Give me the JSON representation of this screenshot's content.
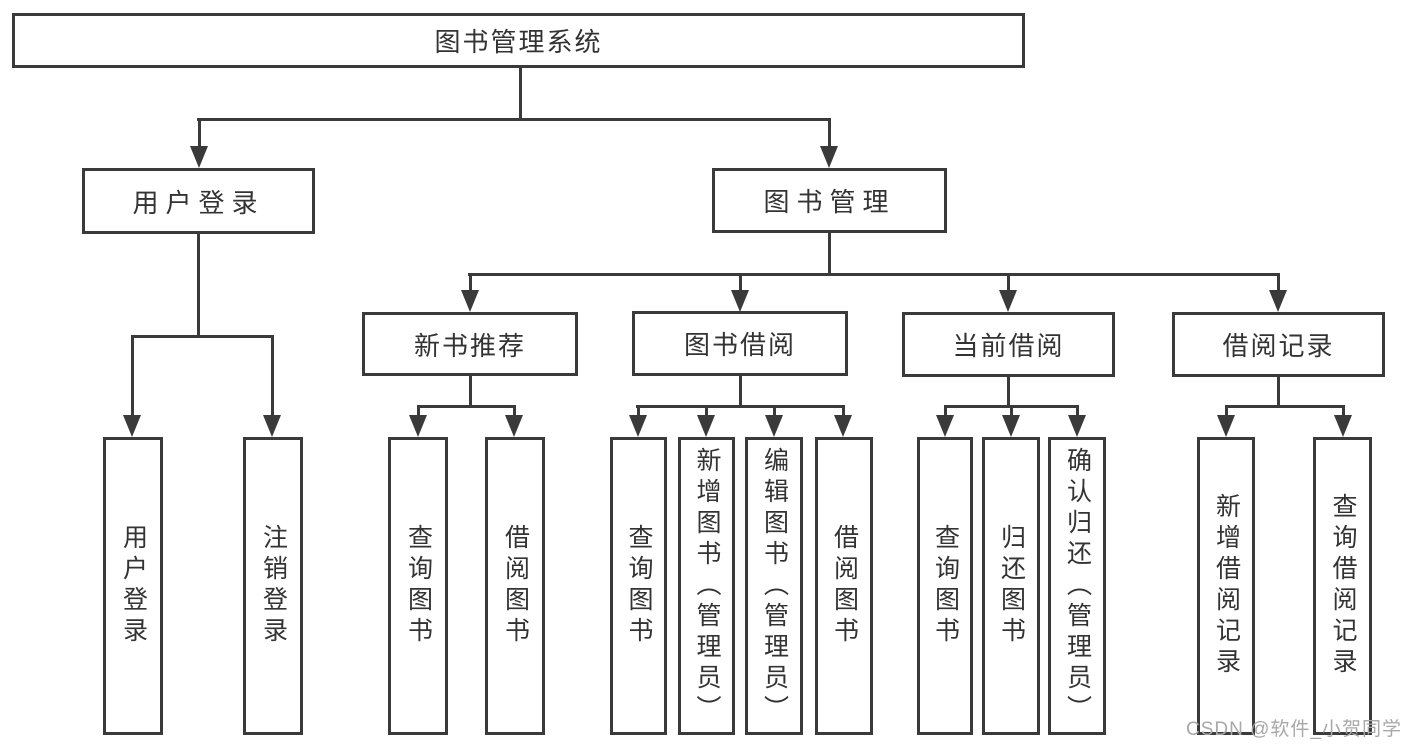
{
  "tree": {
    "label": "图书管理系统",
    "children": [
      {
        "label": "用户登录",
        "children": [
          {
            "label": "用户登录"
          },
          {
            "label": "注销登录"
          }
        ]
      },
      {
        "label": "图书管理",
        "children": [
          {
            "label": "新书推荐",
            "children": [
              {
                "label": "查询图书"
              },
              {
                "label": "借阅图书"
              }
            ]
          },
          {
            "label": "图书借阅",
            "children": [
              {
                "label": "查询图书"
              },
              {
                "label": "新增图书（管理员）"
              },
              {
                "label": "编辑图书（管理员）"
              },
              {
                "label": "借阅图书"
              }
            ]
          },
          {
            "label": "当前借阅",
            "children": [
              {
                "label": "查询图书"
              },
              {
                "label": "归还图书"
              },
              {
                "label": "确认归还（管理员）"
              }
            ]
          },
          {
            "label": "借阅记录",
            "children": [
              {
                "label": "新增借阅记录"
              },
              {
                "label": "查询借阅记录"
              }
            ]
          }
        ]
      }
    ]
  },
  "watermark": {
    "text": "CSDN @软件_小贺同学"
  },
  "colors": {
    "line": "#3a3a3a",
    "text": "#333333",
    "box_fill": "#ffffff",
    "background": "#ffffff",
    "watermark": "#a8a8a8"
  }
}
